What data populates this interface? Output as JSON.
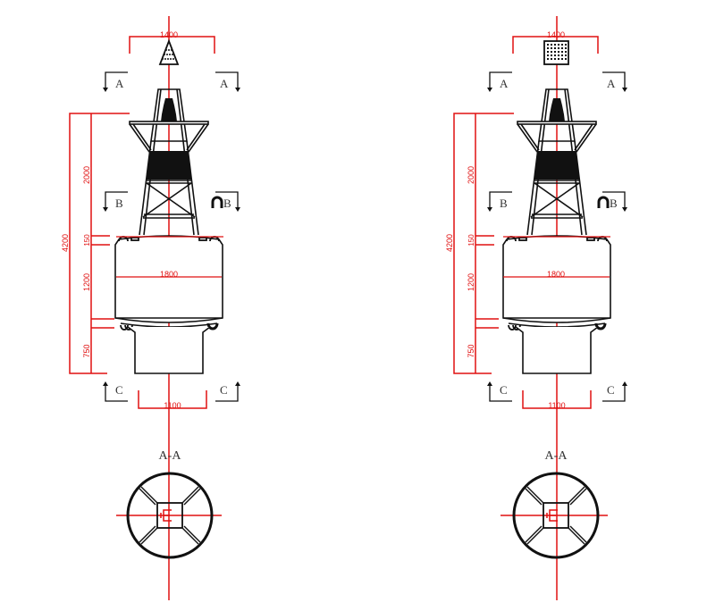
{
  "colors": {
    "outline": "#111111",
    "dimension": "#e01010",
    "background": "#ffffff",
    "label": "#333333"
  },
  "drawings": [
    {
      "id": "left",
      "topmark": "triangle-cone",
      "dims": {
        "top_width": "1400",
        "total_height": "4200",
        "tower_height": "2000",
        "gap": "150",
        "body_height": "1200",
        "tail_height": "750",
        "body_diameter": "1800",
        "tail_width": "1100"
      },
      "section_labels": {
        "a": "A",
        "b": "B",
        "c": "C"
      },
      "section_view_title": "A-A"
    },
    {
      "id": "right",
      "topmark": "square-grid",
      "dims": {
        "top_width": "1400",
        "total_height": "4200",
        "tower_height": "2000",
        "gap": "150",
        "body_height": "1200",
        "tail_height": "750",
        "body_diameter": "1800",
        "tail_width": "1100"
      },
      "section_labels": {
        "a": "A",
        "b": "B",
        "c": "C"
      },
      "section_view_title": "A-A"
    }
  ]
}
